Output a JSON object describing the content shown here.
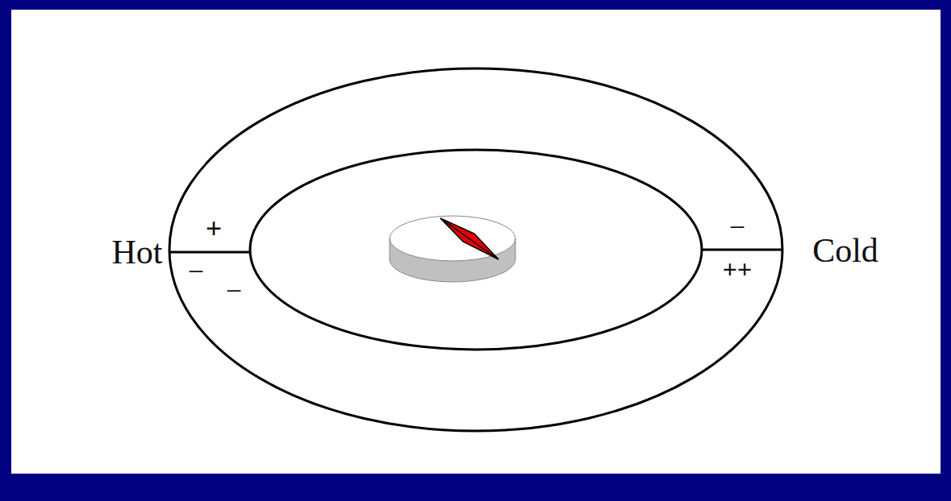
{
  "diagram": {
    "labels": [
      "Hot",
      "+",
      "−",
      "−",
      "−",
      "++",
      "Cold"
    ]
  }
}
